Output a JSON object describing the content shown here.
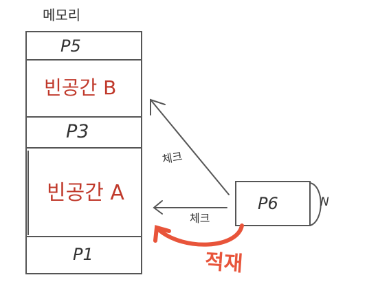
{
  "memory": {
    "title": "메모리",
    "segments": [
      "P5",
      "빈공간 B",
      "P3",
      "빈공간 A",
      "P1"
    ]
  },
  "process": {
    "label": "P6",
    "size": "N"
  },
  "arrows": {
    "check_upper": "체크",
    "check_lower": "체크",
    "load": "적재"
  },
  "colors": {
    "free_space": "#c0392b",
    "load_arrow": "#e8543a",
    "ink": "#555555"
  }
}
